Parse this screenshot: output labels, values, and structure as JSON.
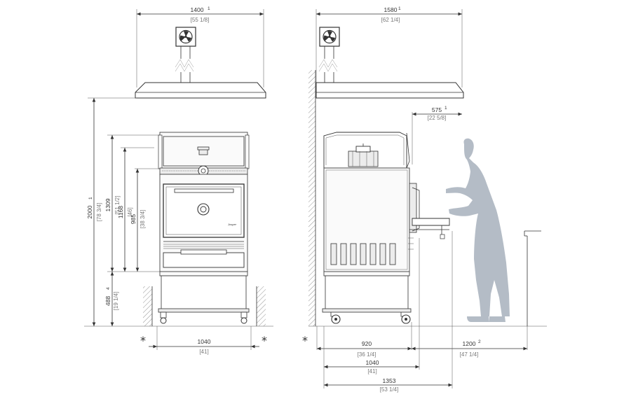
{
  "front_view": {
    "width_top": {
      "value": "1400",
      "note": "1",
      "imperial": "[55 1/8]"
    },
    "width_base": {
      "value": "1040",
      "imperial": "[41]"
    },
    "height_total": {
      "value": "2000",
      "note": "1",
      "imperial": "[78 3/4]"
    },
    "height_1309": {
      "value": "1309",
      "imperial": "[51 1/2]"
    },
    "height_1168": {
      "value": "1168",
      "imperial": "[46]"
    },
    "height_985": {
      "value": "985",
      "imperial": "[38 3/4]"
    },
    "height_stand": {
      "value": "488",
      "note": "4",
      "imperial": "[19 1/4]"
    },
    "clearance_marks": [
      "*",
      "*"
    ],
    "brand_label": "Josper"
  },
  "side_view": {
    "width_top": {
      "value": "1580",
      "note": "1",
      "imperial": "[62 1/4]"
    },
    "overhang": {
      "value": "575",
      "note": "1",
      "imperial": "[22 5/8]"
    },
    "depth_920": {
      "value": "920",
      "imperial": "[36 1/4]"
    },
    "work_space": {
      "value": "1200",
      "note": "2",
      "imperial": "[47 1/4]"
    },
    "depth_1040": {
      "value": "1040",
      "imperial": "[41]"
    },
    "depth_total": {
      "value": "1353",
      "imperial": "[53 1/4]"
    },
    "clearance_mark": "*"
  },
  "icons": [
    "fan-icon",
    "fan-icon",
    "person-figure",
    "oven-front",
    "oven-side"
  ],
  "colors": {
    "lines": "#333333",
    "figure": "#b4bcc6",
    "background": "#ffffff"
  }
}
